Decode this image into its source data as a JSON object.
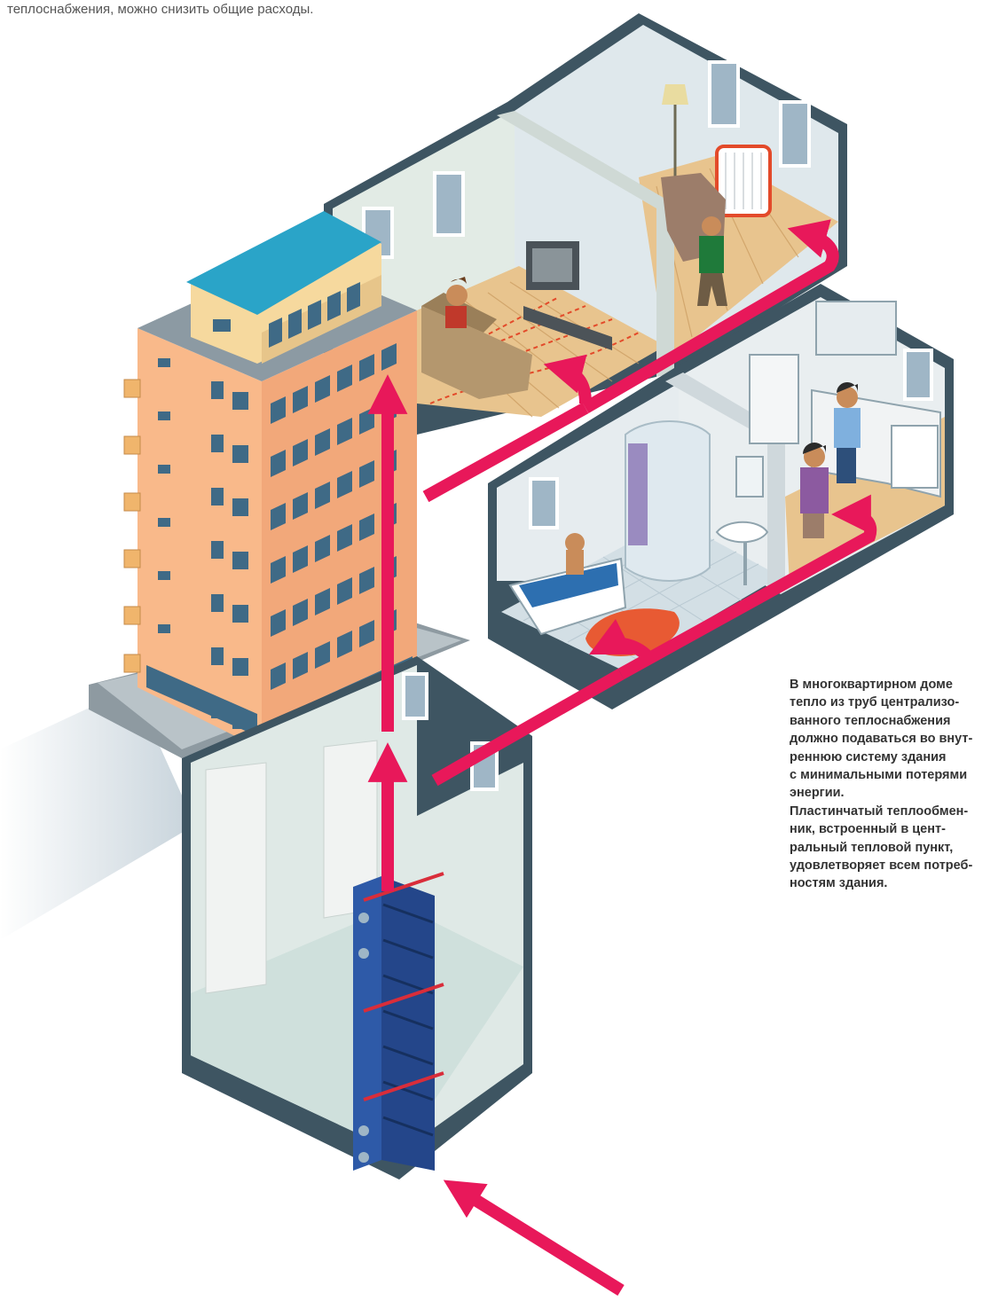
{
  "intro": {
    "text": "теплоснабжения, можно снизить общие расходы."
  },
  "caption": {
    "lines": [
      "В многоквартирном доме",
      "тепло из труб централизо-",
      "ванного теплоснабжения",
      "должно подаваться во внут-",
      "реннюю систему здания",
      "с минимальными потерями",
      "энергии.",
      "Пластинчатый теплообмен-",
      "ник, встроенный в цент-",
      "ральный тепловой пункт,",
      "удовлетворяет всем потреб-",
      "ностям здания."
    ]
  },
  "icons": {
    "building": "apartment-building-icon",
    "exchanger": "plate-heat-exchanger-icon",
    "arrow": "heat-flow-arrow-icon"
  },
  "colors": {
    "flow_arrow": "#e8185a",
    "building_facade": "#f9b98a",
    "roof": "#2aa4c8",
    "window": "#3f6a86",
    "exchanger": "#2e5aa8",
    "floor_wood": "#e6c08a",
    "wall_light": "#e3ebe8"
  }
}
